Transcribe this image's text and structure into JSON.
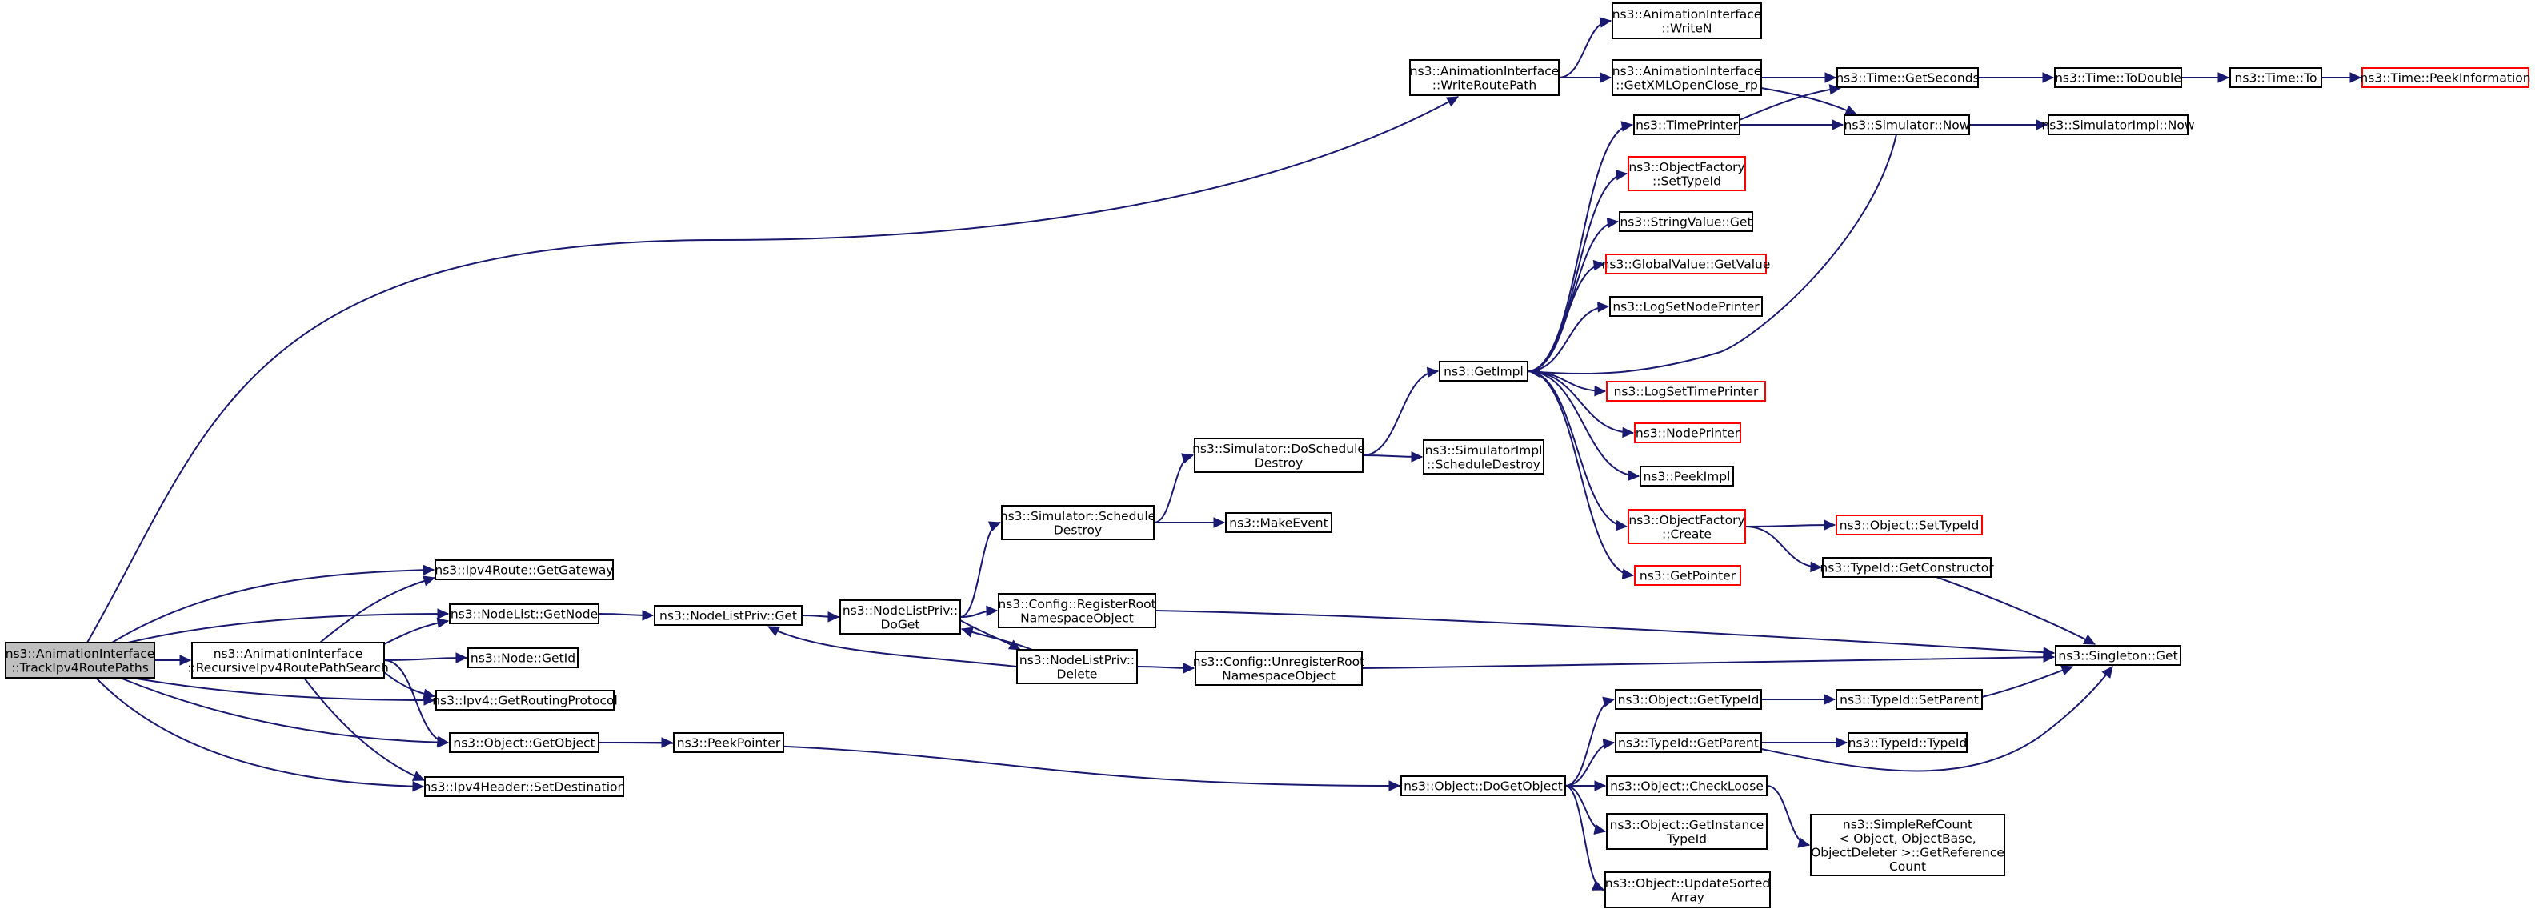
{
  "title": "",
  "colors": {
    "edge": "#191970",
    "truncated_border": "#ff0000",
    "root_fill": "#bfbfbf",
    "node_border": "#000000"
  },
  "nodes": [
    {
      "id": "n0",
      "lines": [
        "ns3::AnimationInterface",
        "::TrackIpv4RoutePaths"
      ],
      "root": true
    },
    {
      "id": "n1",
      "lines": [
        "ns3::AnimationInterface",
        "::RecursiveIpv4RoutePathSearch"
      ]
    },
    {
      "id": "n2",
      "lines": [
        "ns3::Ipv4Route::GetGateway"
      ]
    },
    {
      "id": "n3",
      "lines": [
        "ns3::NodeList::GetNode"
      ]
    },
    {
      "id": "n4",
      "lines": [
        "ns3::Node::GetId"
      ]
    },
    {
      "id": "n5",
      "lines": [
        "ns3::Ipv4::GetRoutingProtocol"
      ]
    },
    {
      "id": "n6",
      "lines": [
        "ns3::Object::GetObject"
      ]
    },
    {
      "id": "n7",
      "lines": [
        "ns3::Ipv4Header::SetDestination"
      ]
    },
    {
      "id": "n8",
      "lines": [
        "ns3::NodeListPriv::Get"
      ]
    },
    {
      "id": "n9",
      "lines": [
        "ns3::PeekPointer"
      ]
    },
    {
      "id": "n10",
      "lines": [
        "ns3::NodeListPriv::",
        "DoGet"
      ]
    },
    {
      "id": "n11",
      "lines": [
        "ns3::Simulator::Schedule",
        "Destroy"
      ]
    },
    {
      "id": "n12",
      "lines": [
        "ns3::Config::RegisterRoot",
        "NamespaceObject"
      ]
    },
    {
      "id": "n13",
      "lines": [
        "ns3::NodeListPriv::",
        "Delete"
      ]
    },
    {
      "id": "n14",
      "lines": [
        "ns3::Simulator::DoSchedule",
        "Destroy"
      ]
    },
    {
      "id": "n15",
      "lines": [
        "ns3::MakeEvent"
      ]
    },
    {
      "id": "n16",
      "lines": [
        "ns3::Config::UnregisterRoot",
        "NamespaceObject"
      ]
    },
    {
      "id": "n17",
      "lines": [
        "ns3::AnimationInterface",
        "::WriteRoutePath"
      ]
    },
    {
      "id": "n18",
      "lines": [
        "ns3::SimulatorImpl",
        "::ScheduleDestroy"
      ]
    },
    {
      "id": "n19",
      "lines": [
        "ns3::GetImpl"
      ]
    },
    {
      "id": "n20",
      "lines": [
        "ns3::Object::DoGetObject"
      ]
    },
    {
      "id": "n21",
      "lines": [
        "ns3::AnimationInterface",
        "::WriteN"
      ]
    },
    {
      "id": "n22",
      "lines": [
        "ns3::AnimationInterface",
        "::GetXMLOpenClose_rp"
      ]
    },
    {
      "id": "n23",
      "lines": [
        "ns3::TimePrinter"
      ]
    },
    {
      "id": "n24",
      "lines": [
        "ns3::ObjectFactory",
        "::SetTypeId"
      ],
      "truncated": true
    },
    {
      "id": "n25",
      "lines": [
        "ns3::StringValue::Get"
      ]
    },
    {
      "id": "n26",
      "lines": [
        "ns3::GlobalValue::GetValue"
      ],
      "truncated": true
    },
    {
      "id": "n27",
      "lines": [
        "ns3::LogSetNodePrinter"
      ]
    },
    {
      "id": "n28",
      "lines": [
        "ns3::LogSetTimePrinter"
      ],
      "truncated": true
    },
    {
      "id": "n29",
      "lines": [
        "ns3::NodePrinter"
      ],
      "truncated": true
    },
    {
      "id": "n30",
      "lines": [
        "ns3::PeekImpl"
      ]
    },
    {
      "id": "n31",
      "lines": [
        "ns3::ObjectFactory",
        "::Create"
      ],
      "truncated": true
    },
    {
      "id": "n32",
      "lines": [
        "ns3::GetPointer"
      ],
      "truncated": true
    },
    {
      "id": "n33",
      "lines": [
        "ns3::Object::GetTypeId"
      ]
    },
    {
      "id": "n34",
      "lines": [
        "ns3::TypeId::GetParent"
      ]
    },
    {
      "id": "n35",
      "lines": [
        "ns3::Object::CheckLoose"
      ]
    },
    {
      "id": "n36",
      "lines": [
        "ns3::Object::GetInstance",
        "TypeId"
      ]
    },
    {
      "id": "n37",
      "lines": [
        "ns3::Object::UpdateSorted",
        "Array"
      ]
    },
    {
      "id": "n38",
      "lines": [
        "ns3::Time::GetSeconds"
      ]
    },
    {
      "id": "n39",
      "lines": [
        "ns3::Simulator::Now"
      ]
    },
    {
      "id": "n40",
      "lines": [
        "ns3::Object::SetTypeId"
      ],
      "truncated": true
    },
    {
      "id": "n41",
      "lines": [
        "ns3::TypeId::GetConstructor"
      ]
    },
    {
      "id": "n42",
      "lines": [
        "ns3::Singleton::Get"
      ]
    },
    {
      "id": "n43",
      "lines": [
        "ns3::TypeId::SetParent"
      ]
    },
    {
      "id": "n44",
      "lines": [
        "ns3::TypeId::TypeId"
      ]
    },
    {
      "id": "n45",
      "lines": [
        "ns3::SimpleRefCount",
        "< Object, ObjectBase,",
        " ObjectDeleter >::GetReference",
        "Count"
      ]
    },
    {
      "id": "n46",
      "lines": [
        "ns3::Time::ToDouble"
      ]
    },
    {
      "id": "n47",
      "lines": [
        "ns3::SimulatorImpl::Now"
      ]
    },
    {
      "id": "n48",
      "lines": [
        "ns3::Time::To"
      ]
    },
    {
      "id": "n49",
      "lines": [
        "ns3::Time::PeekInformation"
      ],
      "truncated": true
    }
  ],
  "edges": [
    [
      "n0",
      "n1"
    ],
    [
      "n0",
      "n2"
    ],
    [
      "n0",
      "n3"
    ],
    [
      "n0",
      "n5"
    ],
    [
      "n0",
      "n6"
    ],
    [
      "n0",
      "n7"
    ],
    [
      "n0",
      "n17"
    ],
    [
      "n1",
      "n2"
    ],
    [
      "n1",
      "n3"
    ],
    [
      "n1",
      "n4"
    ],
    [
      "n1",
      "n5"
    ],
    [
      "n1",
      "n6"
    ],
    [
      "n1",
      "n7"
    ],
    [
      "n3",
      "n8"
    ],
    [
      "n6",
      "n9"
    ],
    [
      "n6",
      "n20"
    ],
    [
      "n8",
      "n10"
    ],
    [
      "n10",
      "n11"
    ],
    [
      "n10",
      "n12"
    ],
    [
      "n10",
      "n13"
    ],
    [
      "n13",
      "n8"
    ],
    [
      "n13",
      "n10"
    ],
    [
      "n13",
      "n16"
    ],
    [
      "n11",
      "n14"
    ],
    [
      "n11",
      "n15"
    ],
    [
      "n14",
      "n18"
    ],
    [
      "n14",
      "n19"
    ],
    [
      "n19",
      "n23"
    ],
    [
      "n19",
      "n24"
    ],
    [
      "n19",
      "n25"
    ],
    [
      "n19",
      "n26"
    ],
    [
      "n19",
      "n27"
    ],
    [
      "n19",
      "n28"
    ],
    [
      "n19",
      "n29"
    ],
    [
      "n19",
      "n30"
    ],
    [
      "n19",
      "n31"
    ],
    [
      "n19",
      "n32"
    ],
    [
      "n39",
      "n19"
    ],
    [
      "n17",
      "n21"
    ],
    [
      "n17",
      "n22"
    ],
    [
      "n22",
      "n38"
    ],
    [
      "n22",
      "n39"
    ],
    [
      "n23",
      "n38"
    ],
    [
      "n23",
      "n39"
    ],
    [
      "n38",
      "n46"
    ],
    [
      "n46",
      "n48"
    ],
    [
      "n48",
      "n49"
    ],
    [
      "n39",
      "n47"
    ],
    [
      "n31",
      "n40"
    ],
    [
      "n31",
      "n41"
    ],
    [
      "n41",
      "n42"
    ],
    [
      "n12",
      "n42"
    ],
    [
      "n16",
      "n42"
    ],
    [
      "n20",
      "n33"
    ],
    [
      "n20",
      "n34"
    ],
    [
      "n20",
      "n35"
    ],
    [
      "n20",
      "n36"
    ],
    [
      "n20",
      "n37"
    ],
    [
      "n33",
      "n43"
    ],
    [
      "n43",
      "n42"
    ],
    [
      "n34",
      "n44"
    ],
    [
      "n34",
      "n42"
    ],
    [
      "n35",
      "n45"
    ]
  ]
}
